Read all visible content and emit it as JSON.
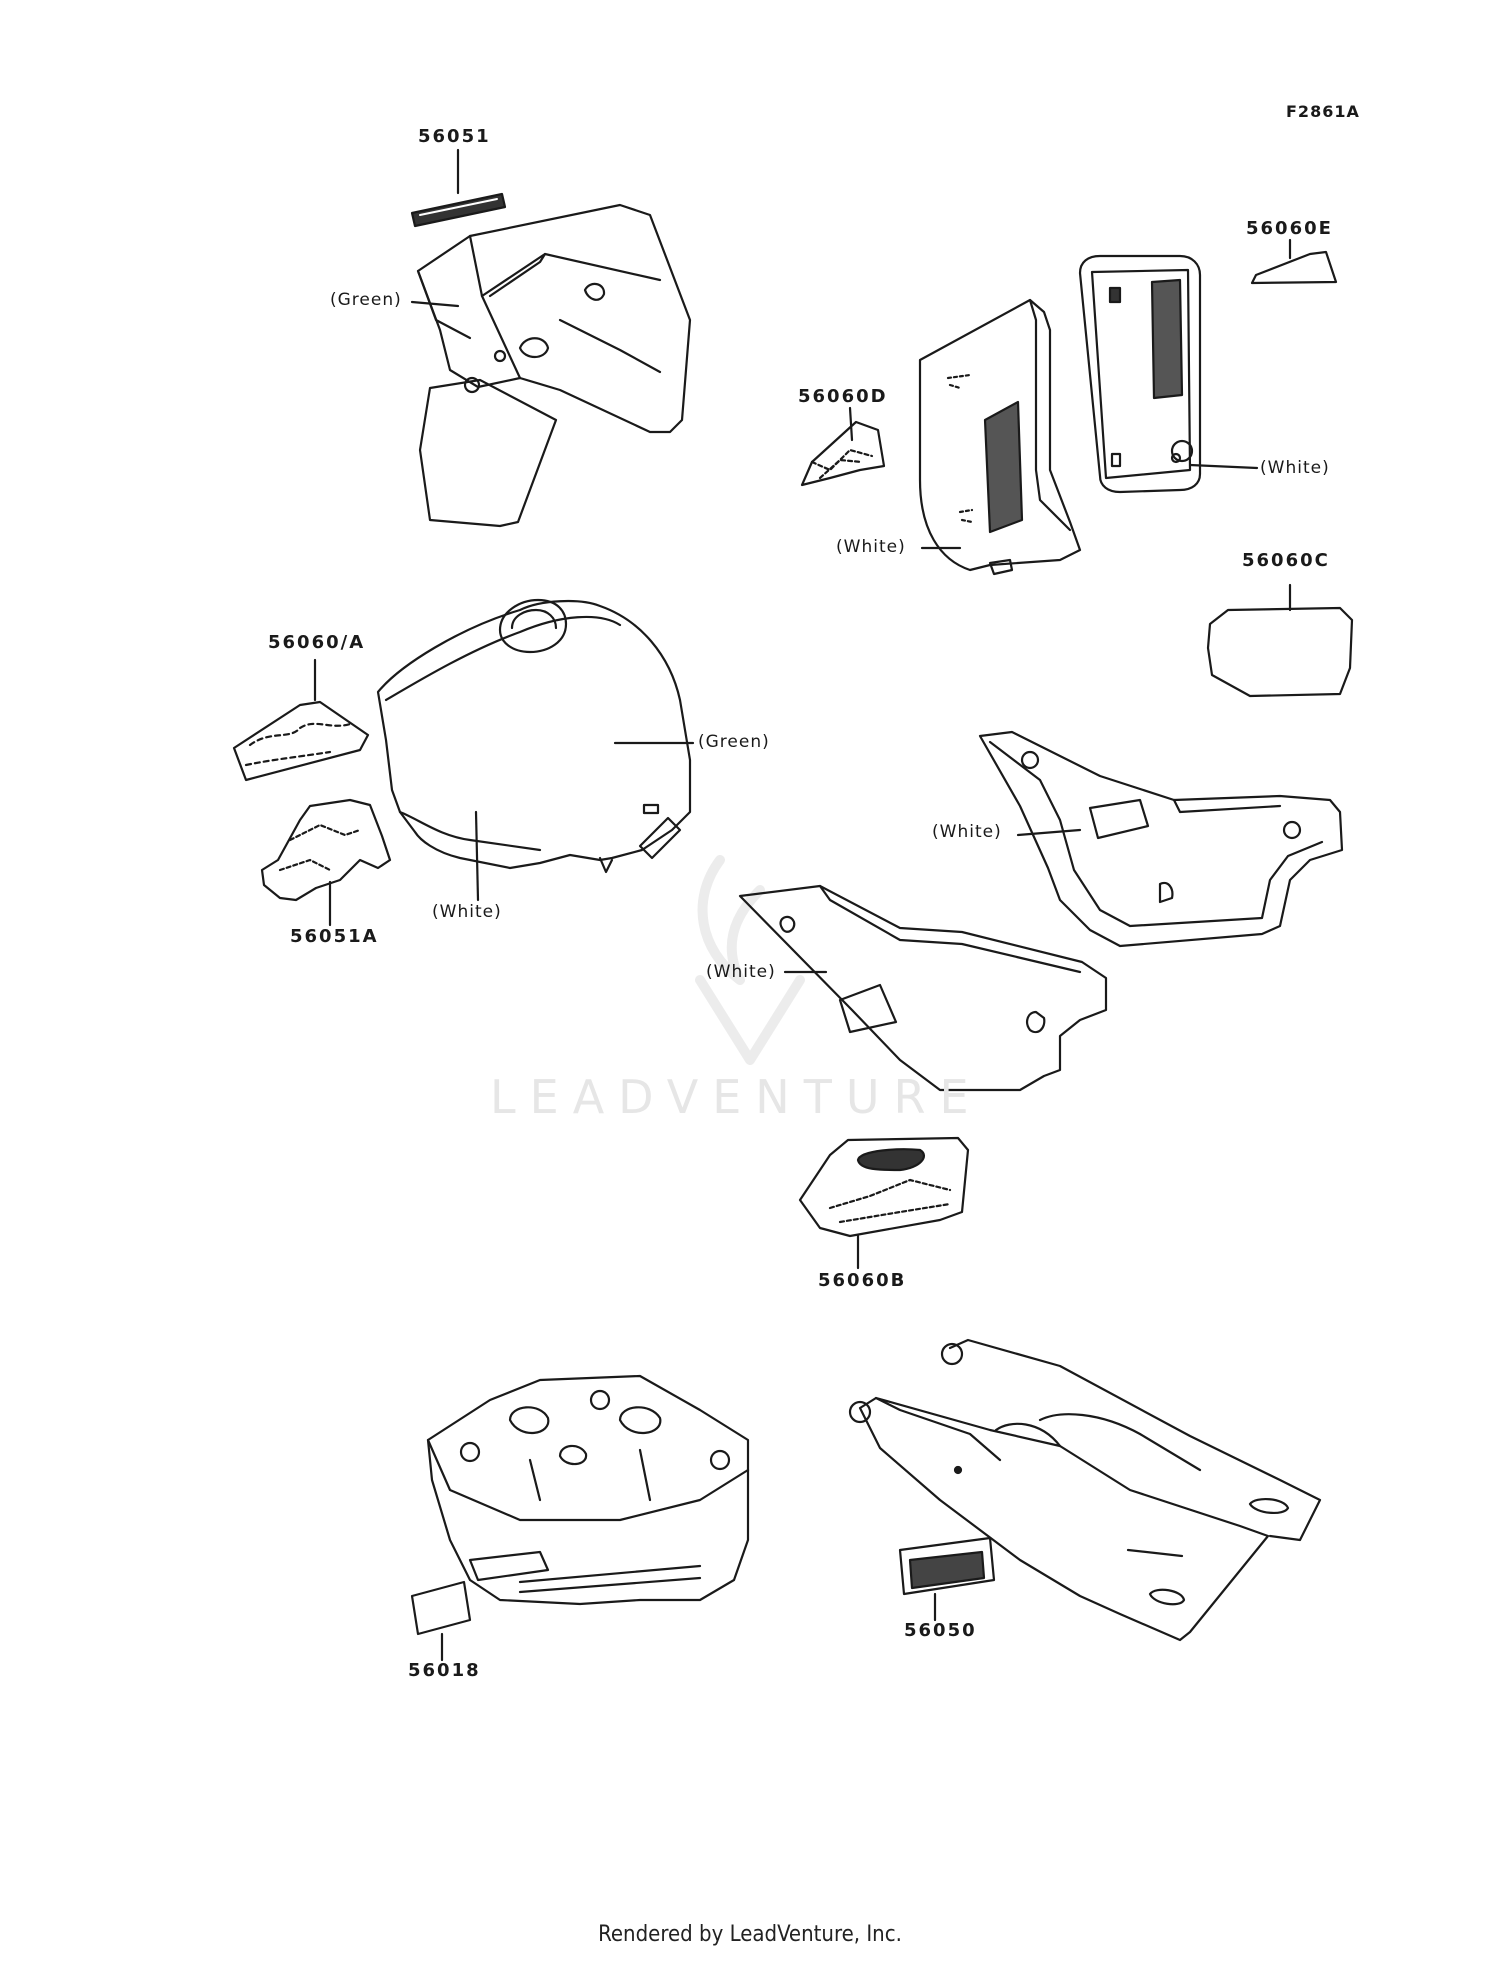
{
  "diagram_id": "F2861A",
  "watermark": "LEADVENTURE",
  "footer": "Rendered by LeadVenture, Inc.",
  "callouts": {
    "p56051": "56051",
    "p56060E": "56060E",
    "p56060D": "56060D",
    "p56060C": "56060C",
    "p56060A": "56060/A",
    "p56051A": "56051A",
    "p56060B": "56060B",
    "p56018": "56018",
    "p56050": "56050"
  },
  "notes": {
    "fairing_green": "(Green)",
    "sidecover_white_left": "(White)",
    "sidecover_white_right": "(White)",
    "tank_green": "(Green)",
    "tank_white": "(White)",
    "sidepanel_white_upper": "(White)",
    "sidepanel_white_lower": "(White)"
  }
}
